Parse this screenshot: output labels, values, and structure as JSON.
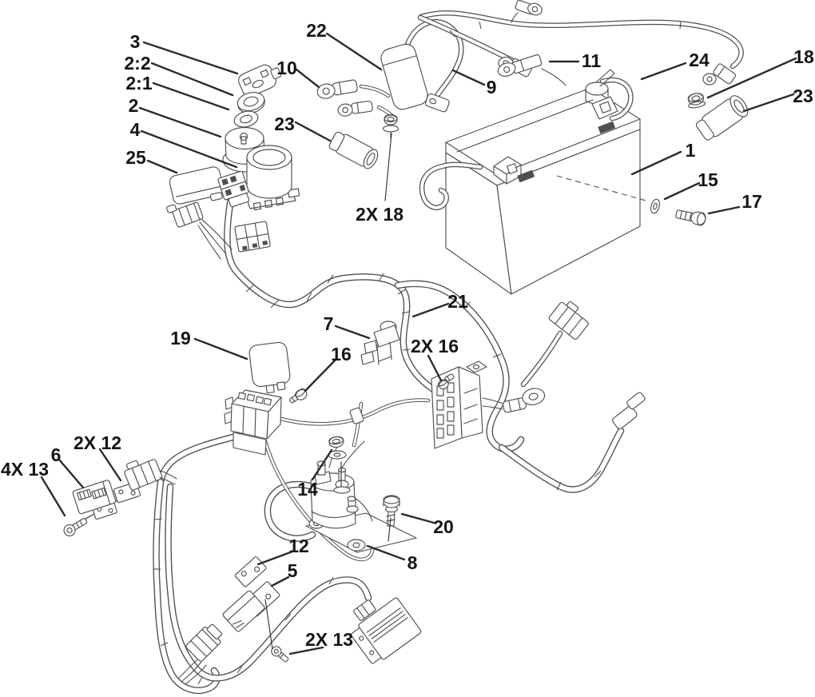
{
  "figure": {
    "background_color": "#ffffff",
    "line_color": "#4f4f4f",
    "leader_color": "#2b2b2b",
    "label_color": "#151515"
  },
  "callouts": [
    {
      "label": "3"
    },
    {
      "label": "2:2"
    },
    {
      "label": "2:1"
    },
    {
      "label": "2"
    },
    {
      "label": "4"
    },
    {
      "label": "25"
    },
    {
      "label": "22"
    },
    {
      "label": "10"
    },
    {
      "label": "9"
    },
    {
      "label": "11"
    },
    {
      "label": "24"
    },
    {
      "label": "18"
    },
    {
      "label": "23"
    },
    {
      "label": "1"
    },
    {
      "label": "15"
    },
    {
      "label": "17"
    },
    {
      "label": "23"
    },
    {
      "label": "2X 18"
    },
    {
      "label": "21"
    },
    {
      "label": "7"
    },
    {
      "label": "19"
    },
    {
      "label": "16"
    },
    {
      "label": "2X 16"
    },
    {
      "label": "6"
    },
    {
      "label": "2X 12"
    },
    {
      "label": "4X 13"
    },
    {
      "label": "14"
    },
    {
      "label": "20"
    },
    {
      "label": "12"
    },
    {
      "label": "8"
    },
    {
      "label": "5"
    },
    {
      "label": "2X 13"
    }
  ]
}
